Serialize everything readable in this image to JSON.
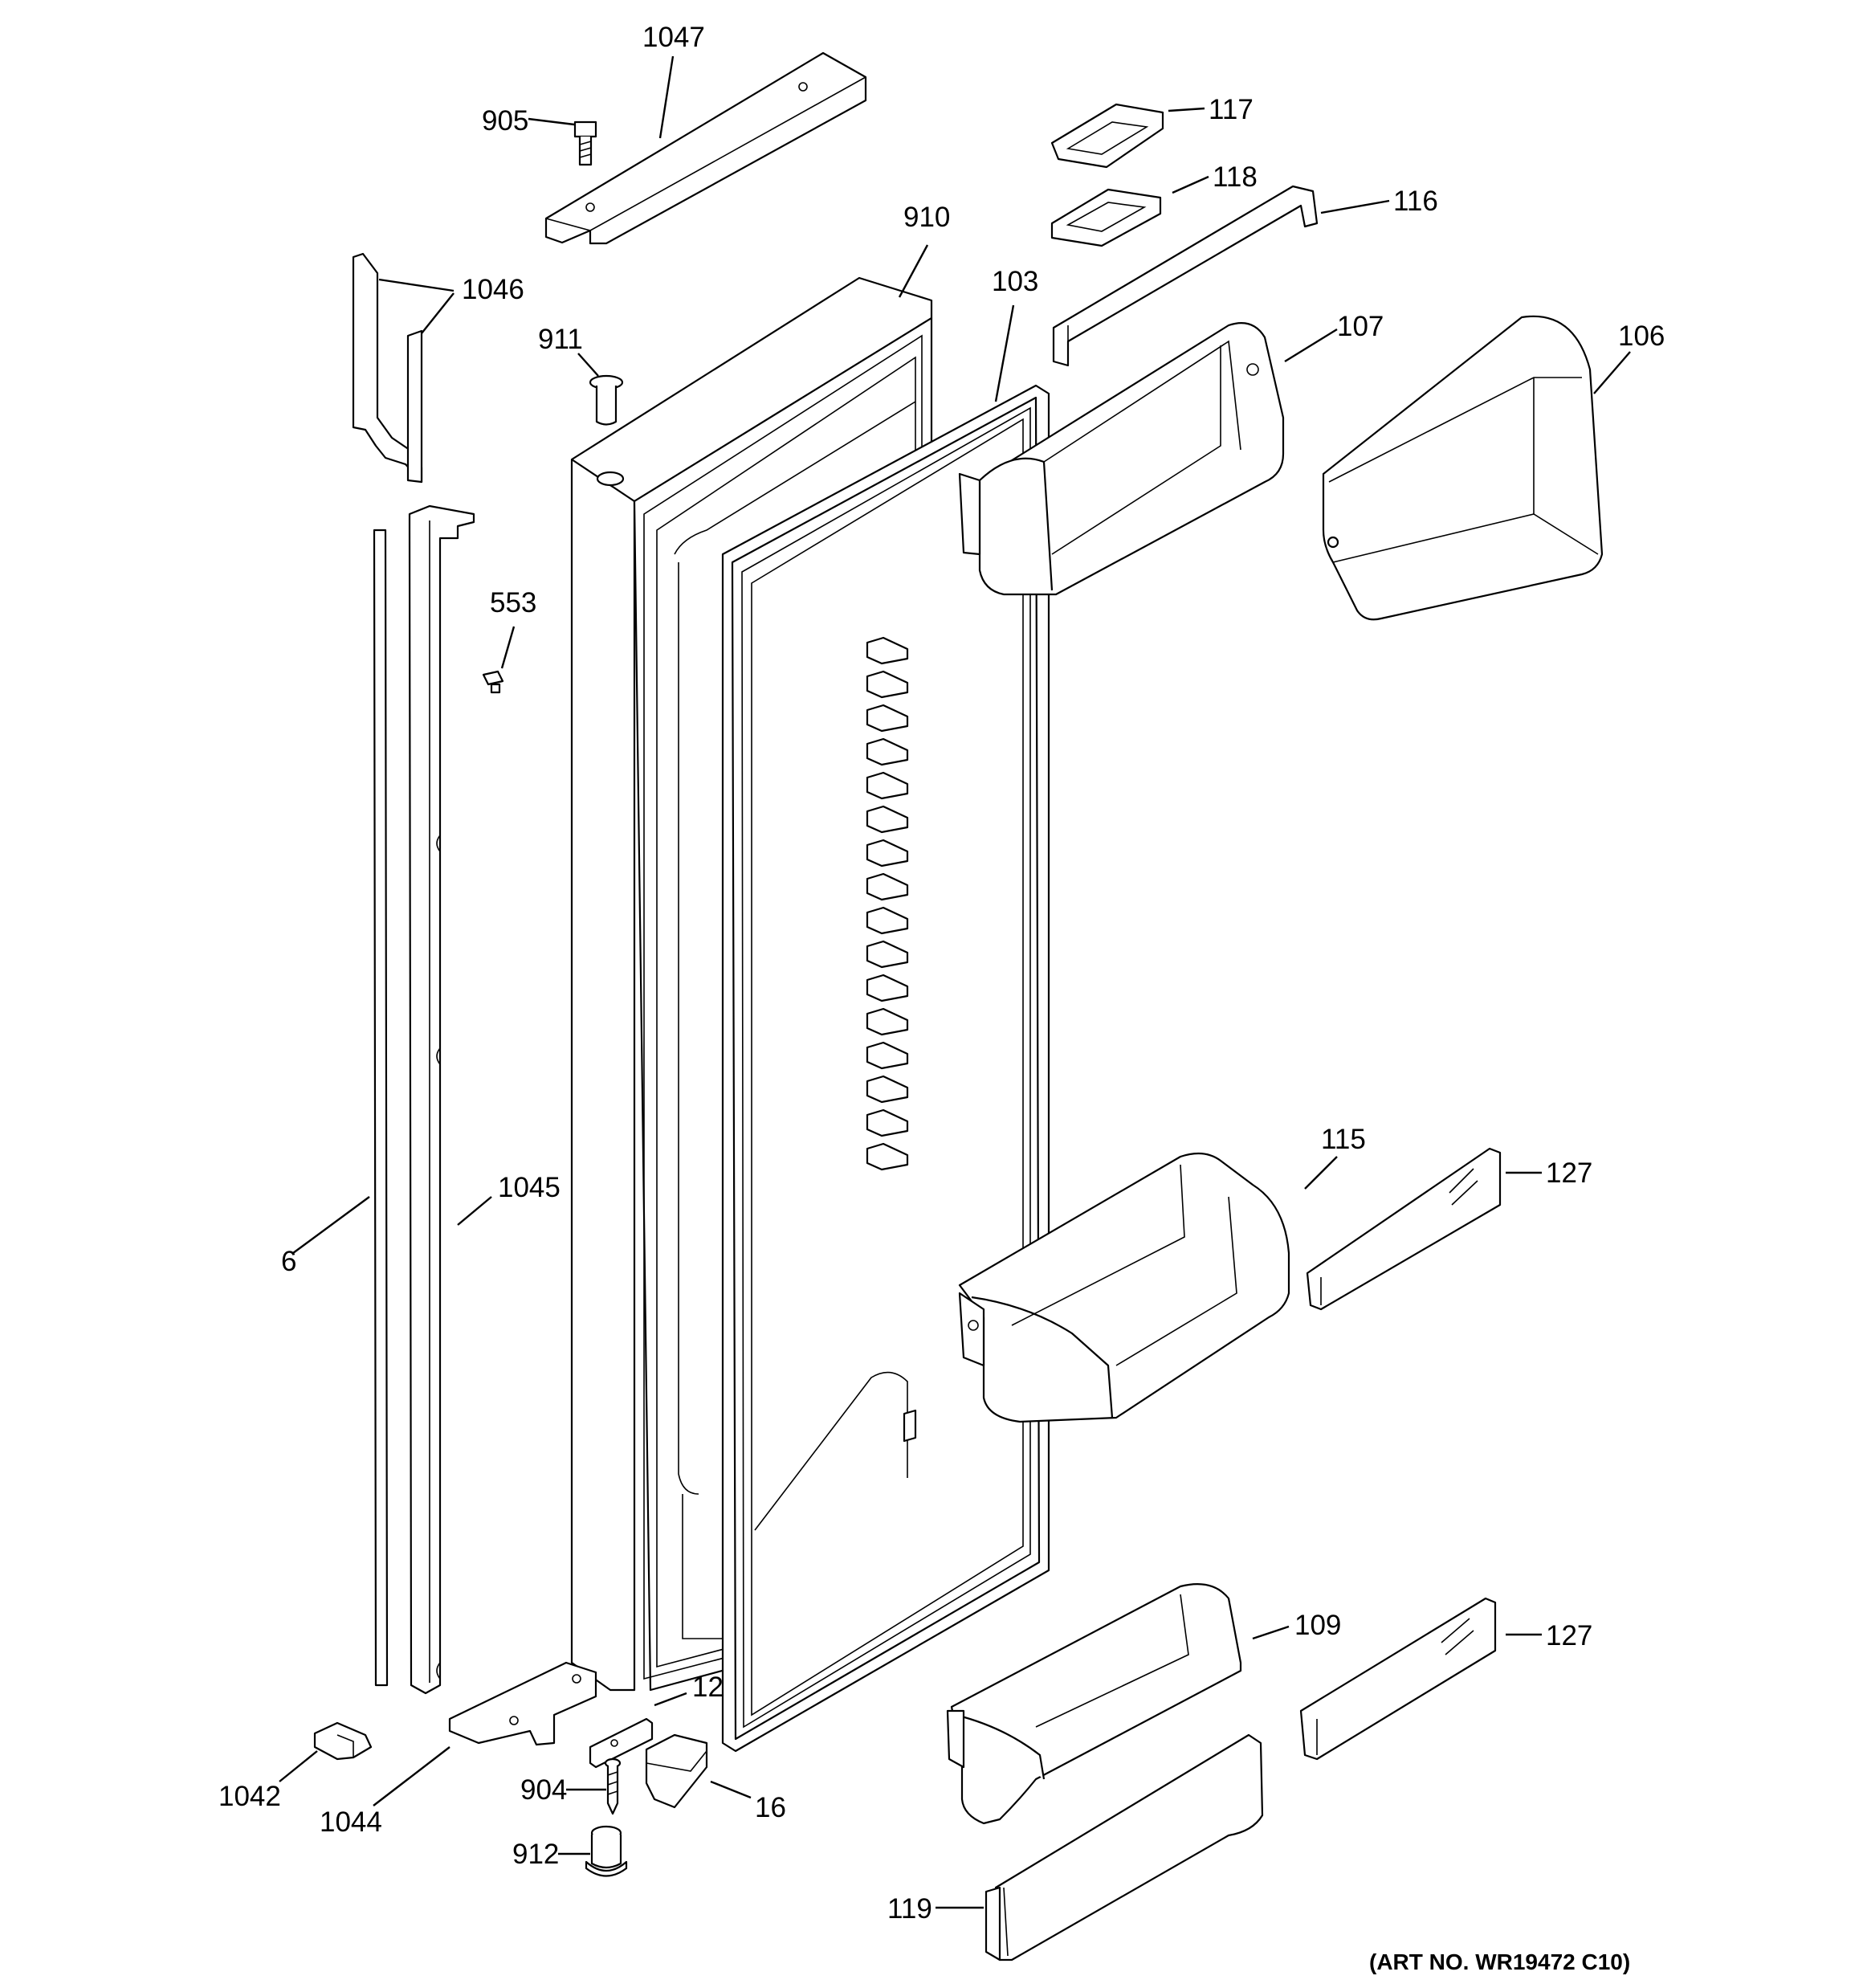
{
  "labels": {
    "l1047": "1047",
    "l905": "905",
    "l117": "117",
    "l118": "118",
    "l116": "116",
    "l910": "910",
    "l1046": "1046",
    "l103": "103",
    "l107": "107",
    "l106": "106",
    "l911": "911",
    "l553": "553",
    "l115": "115",
    "l127a": "127",
    "l1045": "1045",
    "l6": "6",
    "l109": "109",
    "l127b": "127",
    "l12": "12",
    "l1042": "1042",
    "l1044": "1044",
    "l904": "904",
    "l16": "16",
    "l912": "912",
    "l119": "119"
  },
  "art_number": "(ART NO. WR19472 C10)"
}
